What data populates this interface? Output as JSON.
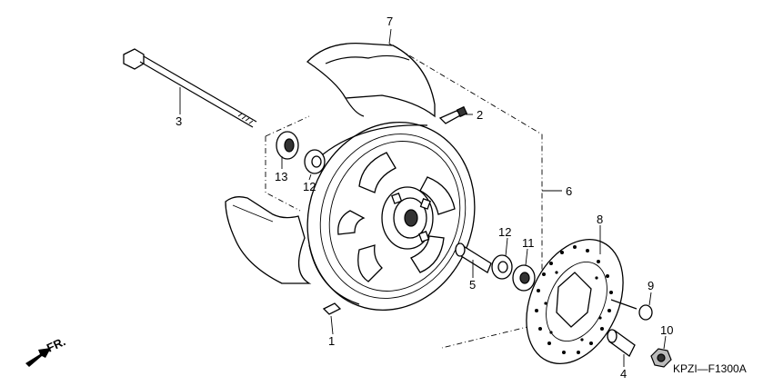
{
  "diagram": {
    "code": "KPZI—F1300A",
    "direction_label": "FR.",
    "callouts": {
      "c1": "1",
      "c2": "2",
      "c3": "3",
      "c4": "4",
      "c5": "5",
      "c6": "6",
      "c7": "7",
      "c8": "8",
      "c9": "9",
      "c10": "10",
      "c11": "11",
      "c12a": "12",
      "c12b": "12",
      "c13": "13"
    }
  }
}
